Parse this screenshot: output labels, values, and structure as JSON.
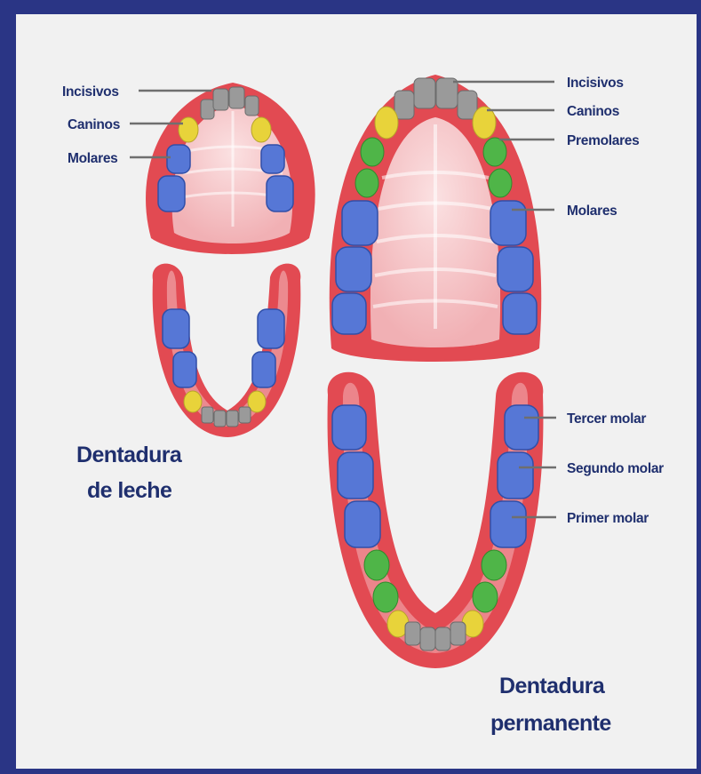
{
  "colors": {
    "background_border": "#2a3585",
    "panel": "#f1f1f1",
    "gum": "#e24a52",
    "palate": "#f4c4c6",
    "incisor": "#9a9a9a",
    "canine": "#e8d33a",
    "premolar": "#4fb548",
    "molar": "#5677d6",
    "label_text": "#1f2f6e"
  },
  "primary": {
    "labels": {
      "incisors": "Incisivos",
      "canines": "Caninos",
      "molars": "Molares"
    },
    "title": [
      "Dentadura",
      "de leche"
    ]
  },
  "permanent": {
    "labels": {
      "incisors": "Incisivos",
      "canines": "Caninos",
      "premolars": "Premolares",
      "molars": "Molares",
      "third_molar": "Tercer molar",
      "second_molar": "Segundo molar",
      "first_molar": "Primer molar"
    },
    "title": [
      "Dentadura",
      "permanente"
    ]
  }
}
